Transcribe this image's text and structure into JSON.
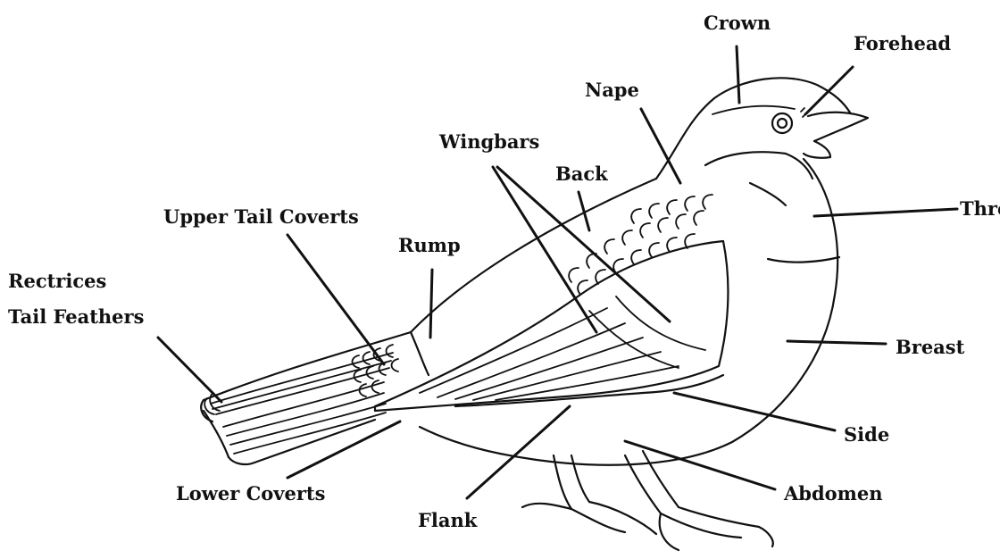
{
  "labels": {
    "crown": "Crown",
    "forehead": "Forehead",
    "nape": "Nape",
    "wingbars": "Wingbars",
    "back": "Back",
    "upper_tail_coverts": "Upper Tail Coverts",
    "rump": "Rump",
    "rectrices": "Rectrices",
    "tail_feathers": "Tail Feathers",
    "throat": "Throat",
    "breast": "Breast",
    "side": "Side",
    "abdomen": "Abdomen",
    "flank": "Flank",
    "lower_coverts": "Lower Coverts"
  }
}
